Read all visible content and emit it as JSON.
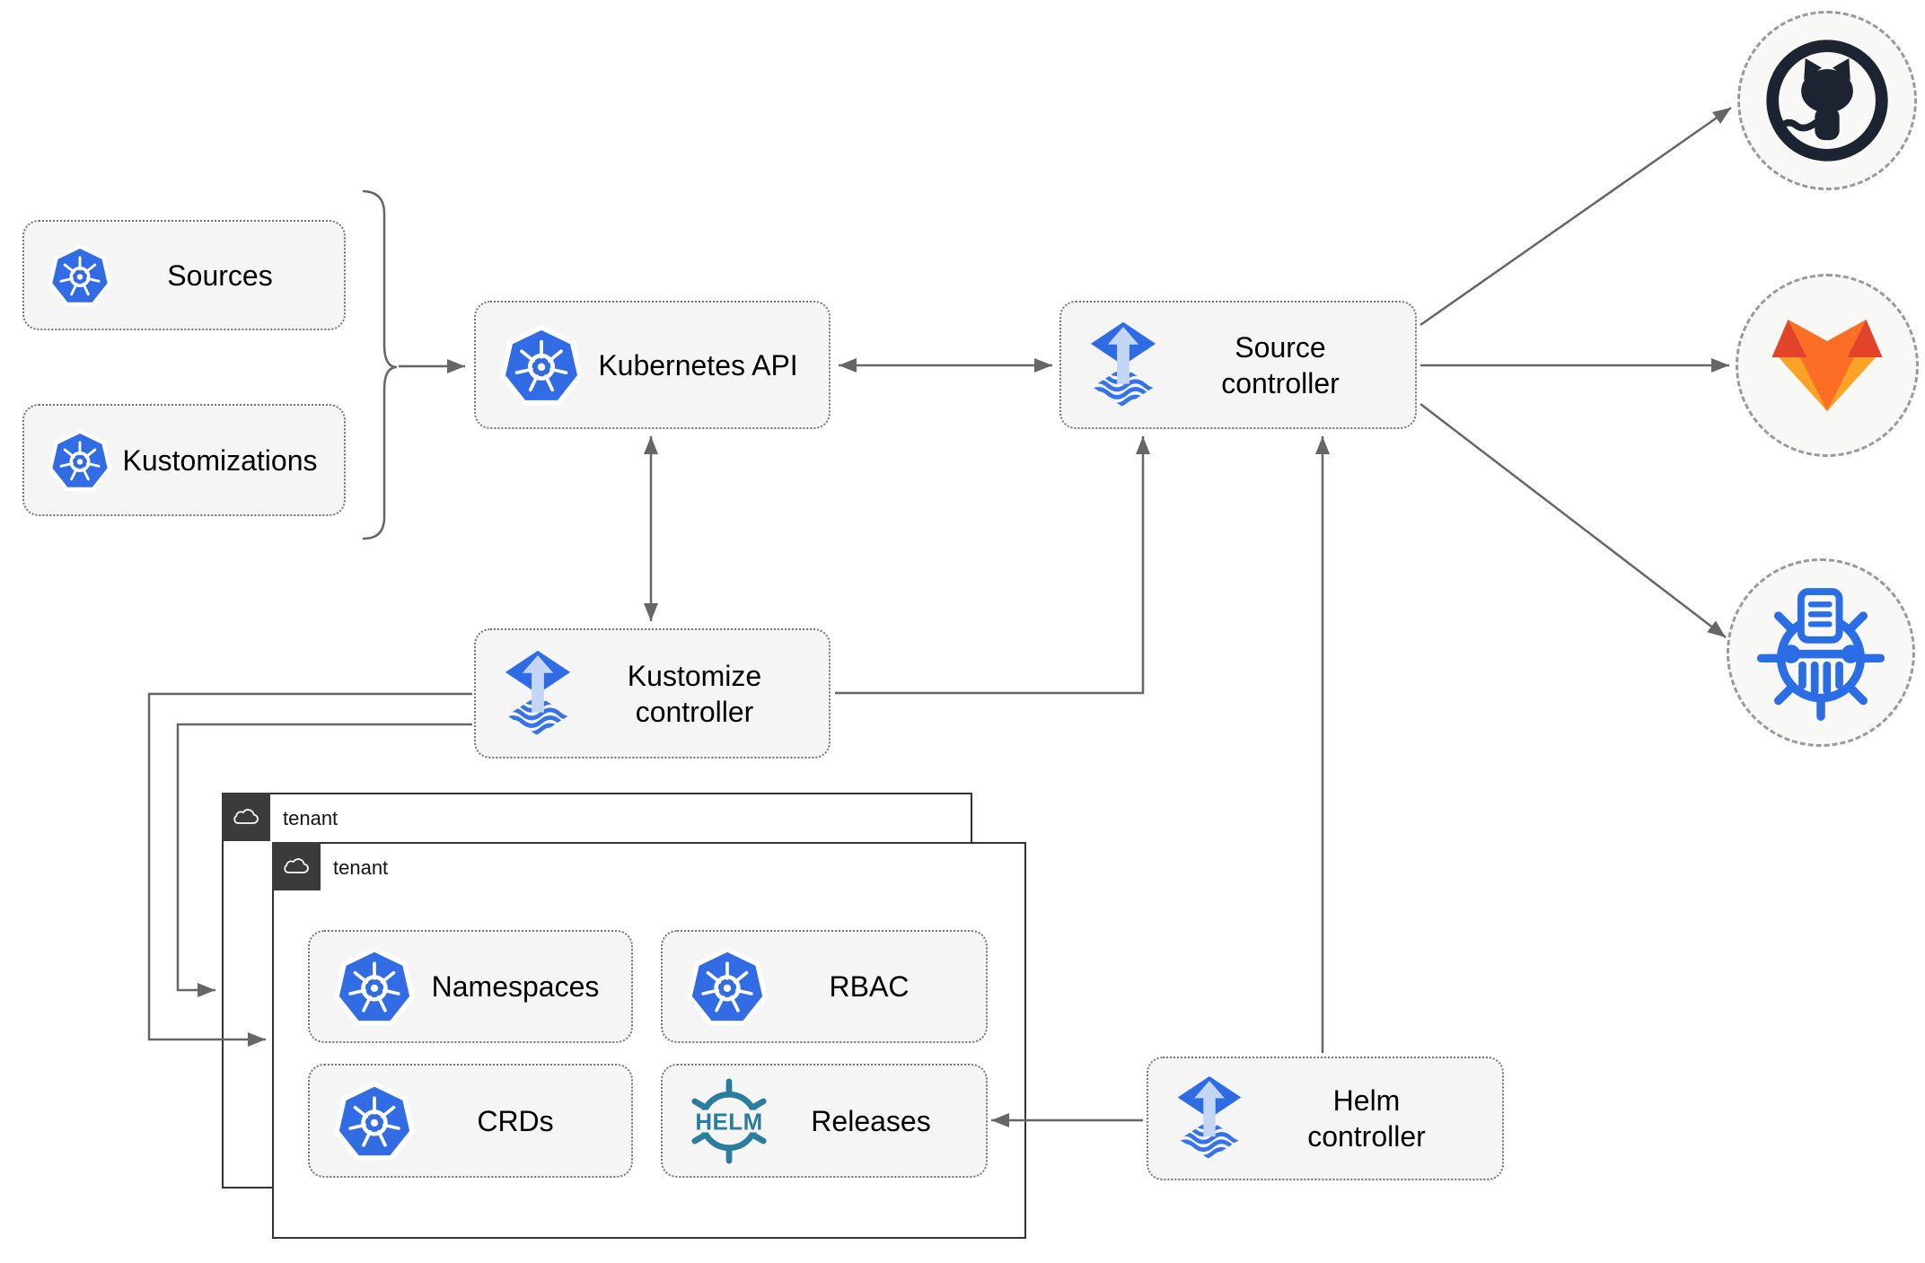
{
  "nodes": {
    "sources": {
      "label": "Sources"
    },
    "kustomizations": {
      "label": "Kustomizations"
    },
    "kubernetes_api": {
      "label": "Kubernetes API"
    },
    "source_controller": {
      "label": "Source\ncontroller"
    },
    "kustomize_controller": {
      "label": "Kustomize\ncontroller"
    },
    "helm_controller": {
      "label": "Helm\ncontroller"
    },
    "namespaces": {
      "label": "Namespaces"
    },
    "rbac": {
      "label": "RBAC"
    },
    "crds": {
      "label": "CRDs"
    },
    "releases": {
      "label": "Releases",
      "badge": "HELM"
    }
  },
  "tenants": {
    "back": {
      "label": "tenant"
    },
    "front": {
      "label": "tenant"
    }
  },
  "external_targets": [
    {
      "icon": "github-icon"
    },
    {
      "icon": "gitlab-icon"
    },
    {
      "icon": "chartmuseum-icon"
    }
  ],
  "colors": {
    "kubernetes_blue": "#326CE5",
    "flux_blue": "#2E6BE5",
    "flux_arrow_light": "#C3D7F4",
    "helm_teal": "#2B7D9C",
    "github_dark": "#1B2430",
    "gitlab_red": "#E24329",
    "gitlab_orange": "#FC6D26",
    "gitlab_light_orange": "#FCA326",
    "chartmuseum_blue": "#2B6DE4",
    "connector_gray": "#666666",
    "node_fill": "#F5F5F5",
    "tenant_tab_dark": "#3B3B3B"
  }
}
